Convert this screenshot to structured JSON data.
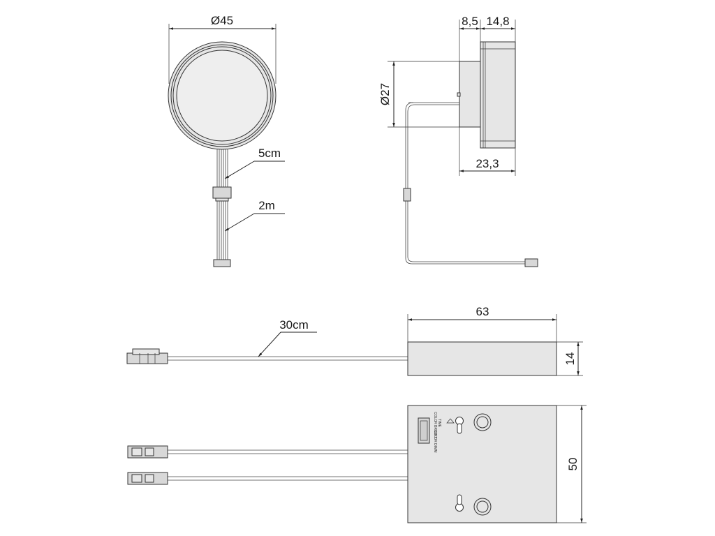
{
  "light_front": {
    "diameter_label": "Ø45",
    "cable_short_label": "5cm",
    "cable_long_label": "2m"
  },
  "light_side": {
    "depth_a_label": "8,5",
    "depth_b_label": "14,8",
    "diameter_label": "Ø27",
    "total_depth_label": "23,3"
  },
  "switch_top": {
    "cable_label": "30cm",
    "width_label": "63",
    "height_label": "14"
  },
  "switch_front": {
    "height_label": "50",
    "print_line_1": "TIME",
    "print_line_2": "COLOR BRIGHT",
    "print_line_3": "COLOR DIMM"
  }
}
